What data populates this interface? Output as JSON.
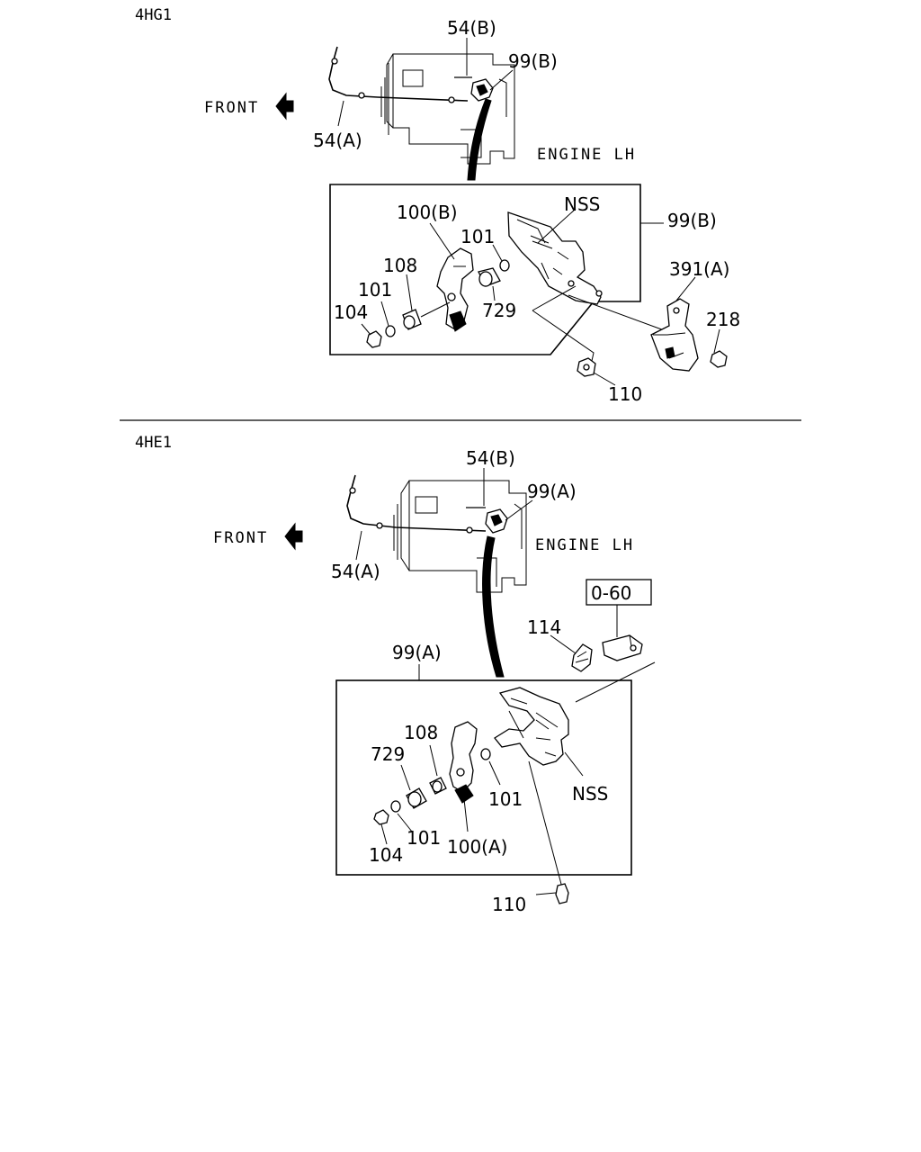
{
  "sections": [
    {
      "id": "4hg1",
      "title": "4HG1",
      "front_label": "FRONT",
      "engine_label": "ENGINE LH",
      "callouts": {
        "cable_b": "54(B)",
        "cable_a": "54(A)",
        "assembly": "99(B)",
        "assembly_box": "99(B)",
        "lever": "100(B)",
        "nss": "NSS",
        "washer_upper": "101",
        "collar": "108",
        "washer_lower": "101",
        "nut": "104",
        "bushing": "729",
        "bracket": "391(A)",
        "nut_218": "218",
        "bolt": "110"
      }
    },
    {
      "id": "4he1",
      "title": "4HE1",
      "front_label": "FRONT",
      "engine_label": "ENGINE LH",
      "callouts": {
        "cable_b": "54(B)",
        "cable_a": "54(A)",
        "assembly": "99(A)",
        "assembly_box": "99(A)",
        "ref_box": "0-60",
        "clip": "114",
        "collar": "108",
        "bushing": "729",
        "washer_right": "101",
        "washer_left": "101",
        "nut": "104",
        "lever": "100(A)",
        "nss": "NSS",
        "bolt": "110"
      }
    }
  ]
}
